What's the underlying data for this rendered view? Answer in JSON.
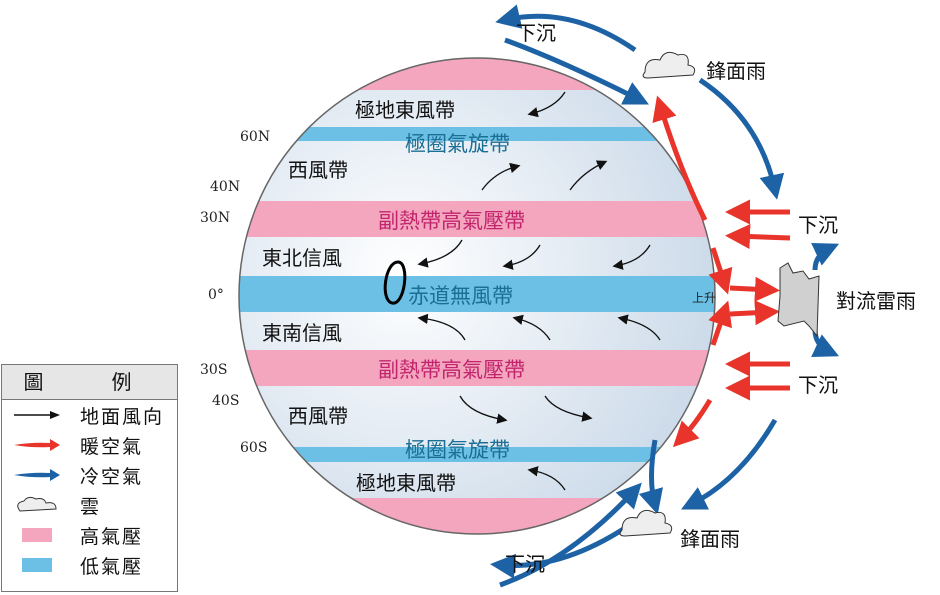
{
  "globe": {
    "bands": [
      {
        "name": "polar-easterlies-n",
        "label": "極地東風帶",
        "type": "wind"
      },
      {
        "name": "polar-low-n",
        "label": "極圈氣旋帶",
        "type": "low"
      },
      {
        "name": "westerlies-n",
        "label": "西風帶",
        "type": "wind"
      },
      {
        "name": "subtropical-high-n",
        "label": "副熱帶高氣壓帶",
        "type": "high"
      },
      {
        "name": "ne-trades",
        "label": "東北信風",
        "type": "wind"
      },
      {
        "name": "equatorial-low",
        "label": "赤道無風帶",
        "type": "low"
      },
      {
        "name": "se-trades",
        "label": "東南信風",
        "type": "wind"
      },
      {
        "name": "subtropical-high-s",
        "label": "副熱帶高氣壓帶",
        "type": "high"
      },
      {
        "name": "westerlies-s",
        "label": "西風帶",
        "type": "wind"
      },
      {
        "name": "polar-low-s",
        "label": "極圈氣旋帶",
        "type": "low"
      },
      {
        "name": "polar-easterlies-s",
        "label": "極地東風帶",
        "type": "wind"
      }
    ],
    "latitudes": [
      "60N",
      "40N",
      "30N",
      "0°",
      "30S",
      "40S",
      "60S"
    ]
  },
  "annotations": {
    "sink": "下沉",
    "frontal_rain": "鋒面雨",
    "convective_rain": "對流雷雨",
    "rise": "上升"
  },
  "legend": {
    "title": "圖　例",
    "items": [
      {
        "label": "地面風向",
        "symbol": "black-arrow"
      },
      {
        "label": "暖空氣",
        "symbol": "red-arrow"
      },
      {
        "label": "冷空氣",
        "symbol": "blue-arrow"
      },
      {
        "label": "雲",
        "symbol": "cloud"
      },
      {
        "label": "高氣壓",
        "symbol": "pink-box"
      },
      {
        "label": "低氣壓",
        "symbol": "blue-box"
      }
    ]
  },
  "colors": {
    "high": "#f3a6bd",
    "low": "#6cc0e5",
    "warm": "#e8342b",
    "cold": "#1c62a5"
  }
}
